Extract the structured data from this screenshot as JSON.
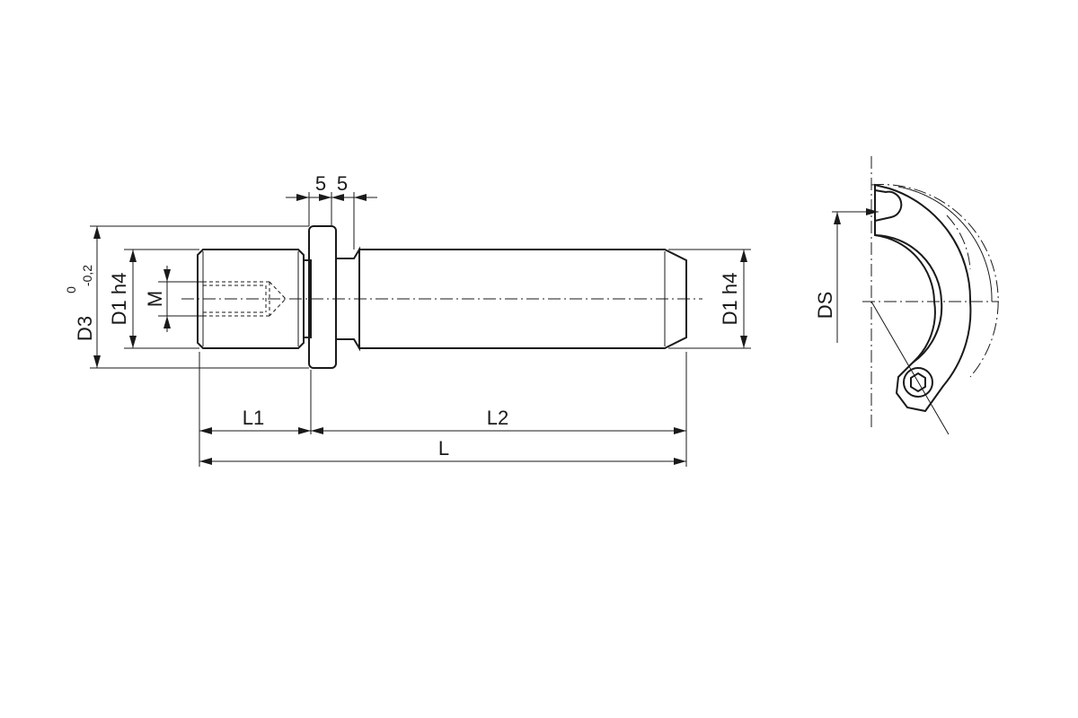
{
  "labels": {
    "d3": "D3",
    "d3_tol_upper": "0",
    "d3_tol_lower": "-0,2",
    "d1_left": "D1 h4",
    "d1_right": "D1 h4",
    "m": "M",
    "flange_a": "5",
    "flange_b": "5",
    "l1": "L1",
    "l2": "L2",
    "l": "L",
    "ds": "DS"
  },
  "colors": {
    "line": "#1a1a1a",
    "part_fill": "#e6e9ed",
    "part_highlight": "#f7f8fa",
    "clamp_fill": "#d9dde2"
  }
}
